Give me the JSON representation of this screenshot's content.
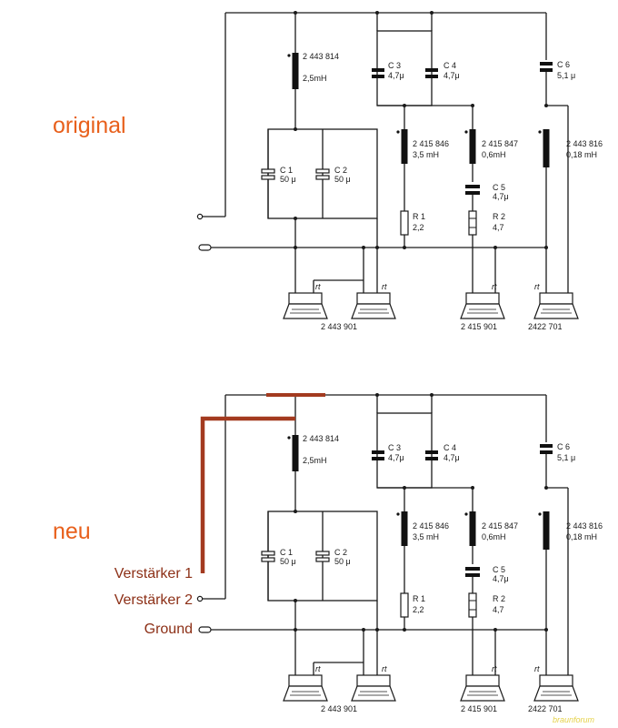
{
  "headings": {
    "original": "original",
    "new": "neu"
  },
  "inputs": {
    "amp1": "Verstärker 1",
    "amp2": "Verstärker 2",
    "ground": "Ground"
  },
  "components": {
    "l1_part": "2 443 814",
    "l1_value": "2,5mH",
    "c1_name": "C 1",
    "c1_value": "50 μ",
    "c2_name": "C 2",
    "c2_value": "50 μ",
    "c3_name": "C 3",
    "c3_value": "4,7μ",
    "c4_name": "C 4",
    "c4_value": "4,7μ",
    "c5_name": "C 5",
    "c5_value": "4,7μ",
    "c6_name": "C 6",
    "c6_value": "5,1 μ",
    "l2_part": "2 415 846",
    "l2_value": "3,5 mH",
    "l3_part": "2 415 847",
    "l3_value": "0,6mH",
    "l4_part": "2 443 816",
    "l4_value": "0,18 mH",
    "r1_name": "R 1",
    "r1_value": "2,2",
    "r2_name": "R 2",
    "r2_value": "4,7",
    "speaker_woofer": "2 443 901",
    "speaker_mid": "2 415  901",
    "speaker_tweeter": "2422 701",
    "terminal_rt": "rt"
  },
  "watermark": "braunforum",
  "colors": {
    "heading": "#e8601c",
    "label": "#8c2f16",
    "rewire": "#a33a1f",
    "line": "#1a1a1a",
    "watermark": "#e5d24a"
  }
}
